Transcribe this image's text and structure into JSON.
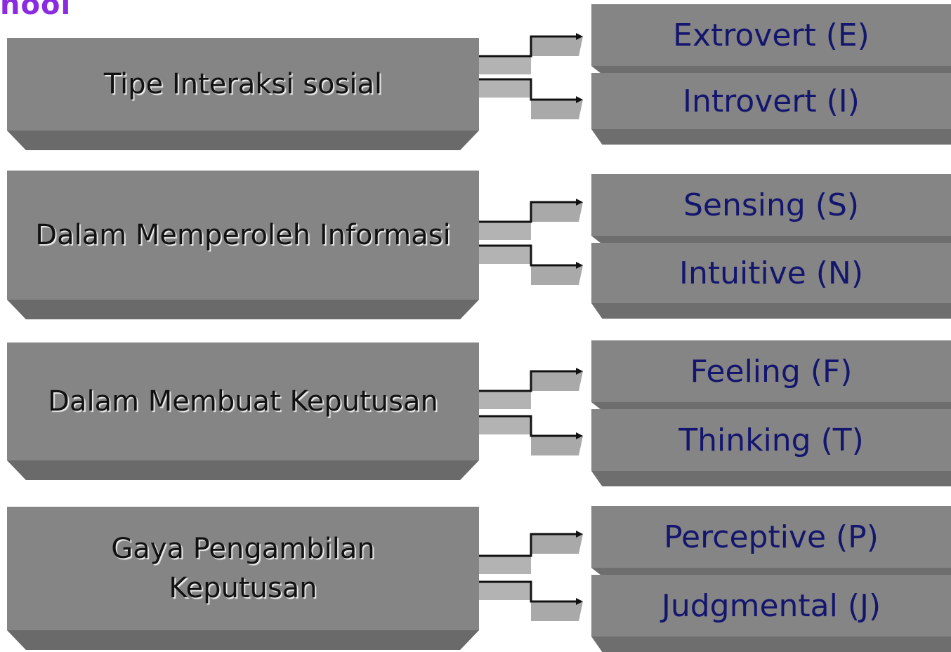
{
  "header_fragment": "hool",
  "categories": [
    {
      "label": "Tipe Interaksi sosial",
      "options": [
        "Extrovert (E)",
        "Introvert (I)"
      ]
    },
    {
      "label": "Dalam Memperoleh Informasi",
      "options": [
        "Sensing (S)",
        "Intuitive (N)"
      ]
    },
    {
      "label": "Dalam Membuat Keputusan",
      "options": [
        "Feeling (F)",
        "Thinking (T)"
      ]
    },
    {
      "label": "Gaya Pengambilan Keputusan",
      "options": [
        "Perceptive (P)",
        "Judgmental (J)"
      ]
    }
  ]
}
